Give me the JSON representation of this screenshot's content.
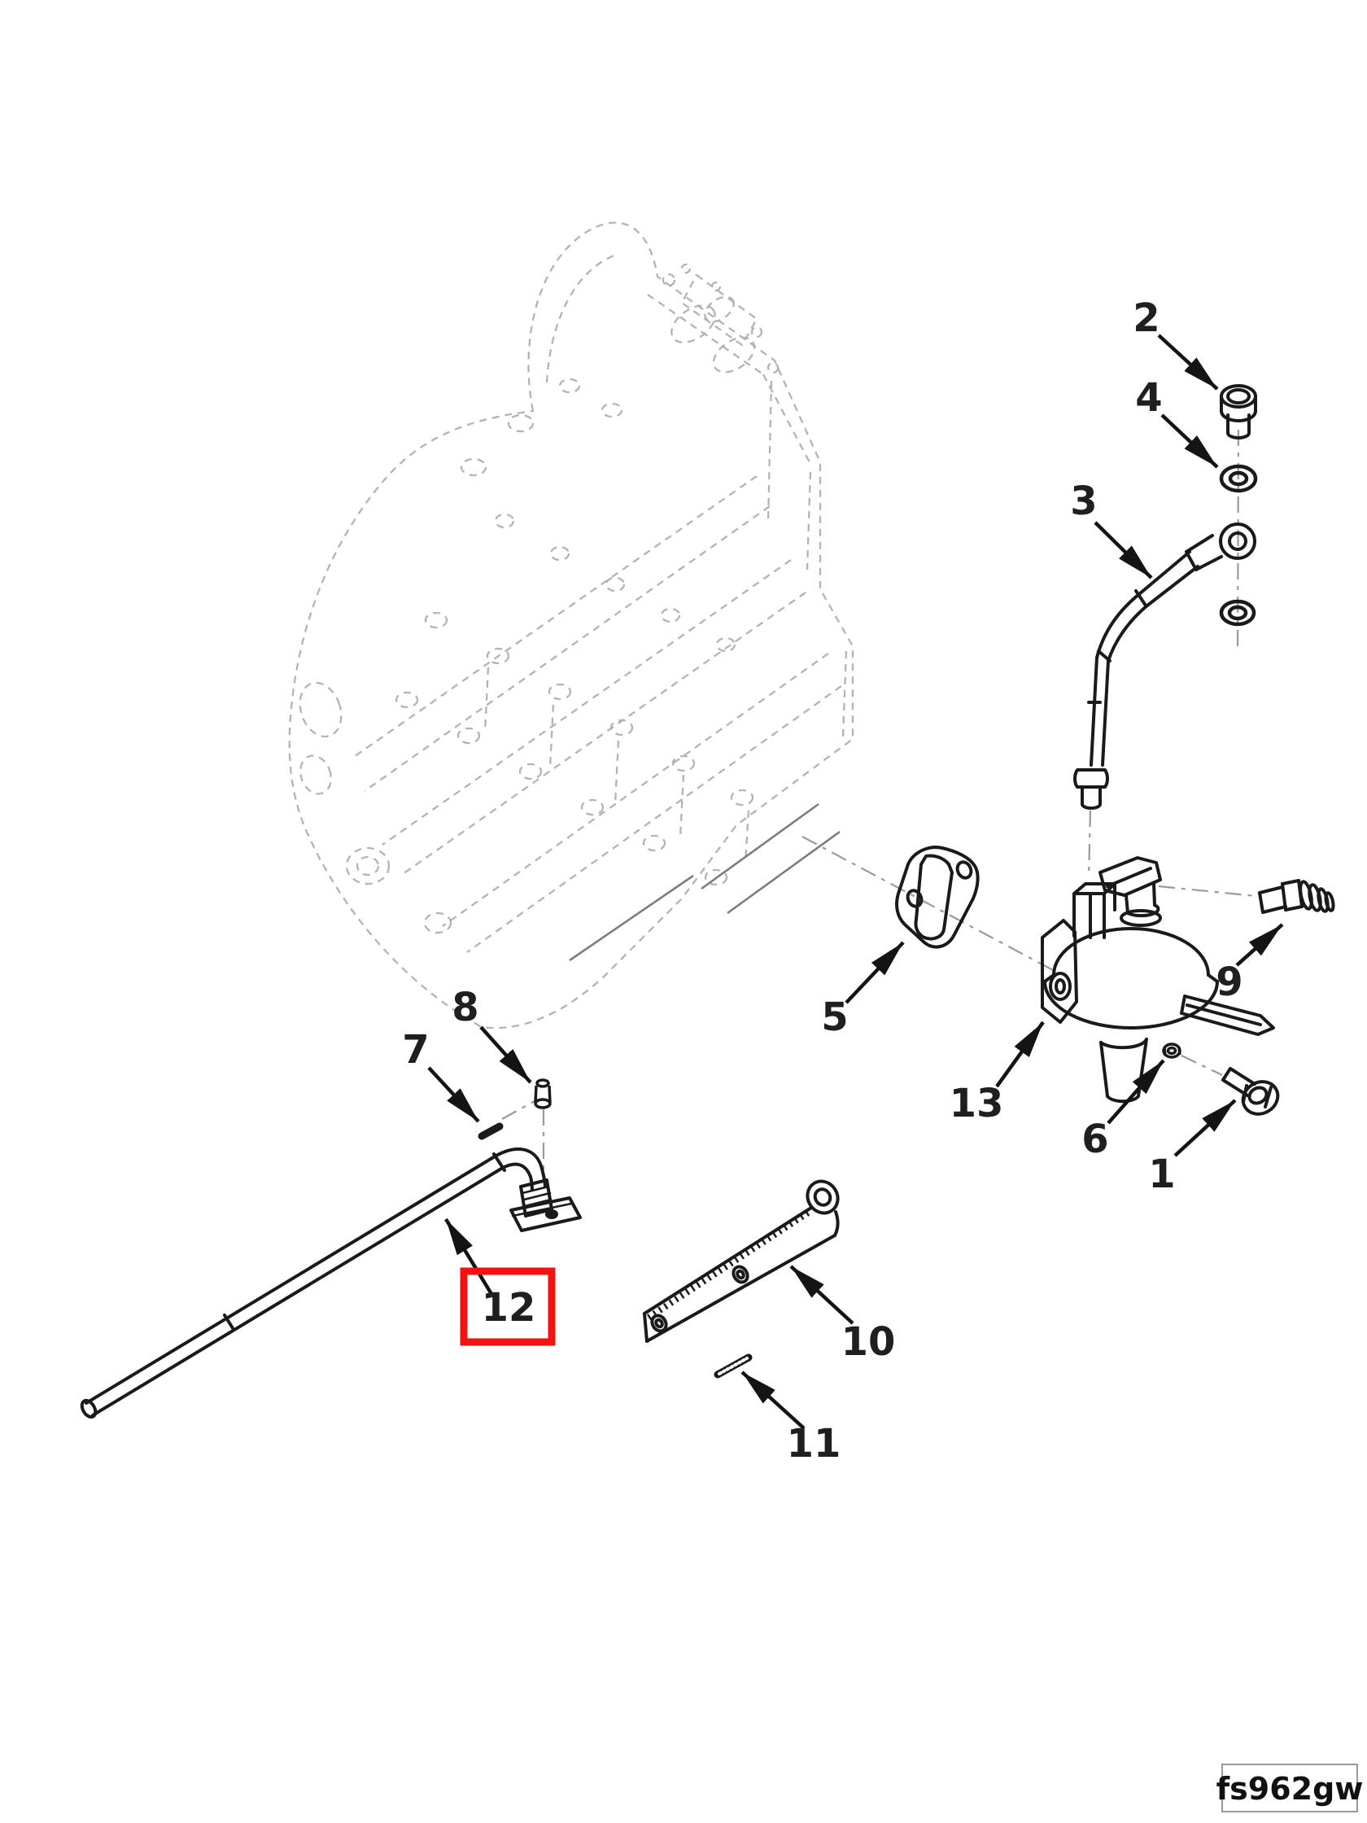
{
  "figure": {
    "code": "fs962gw",
    "highlight": {
      "item": "12",
      "color": "#f31111"
    },
    "colors": {
      "line": "#1a1a1a",
      "phantom": "#b3b3b3",
      "centerline": "#9a9a9a",
      "highlight": "#f31111"
    },
    "callouts": {
      "c1": "1",
      "c2": "2",
      "c3": "3",
      "c4": "4",
      "c5": "5",
      "c6": "6",
      "c7": "7",
      "c8": "8",
      "c9": "9",
      "c10": "10",
      "c11": "11",
      "c12": "12",
      "c13": "13"
    }
  }
}
